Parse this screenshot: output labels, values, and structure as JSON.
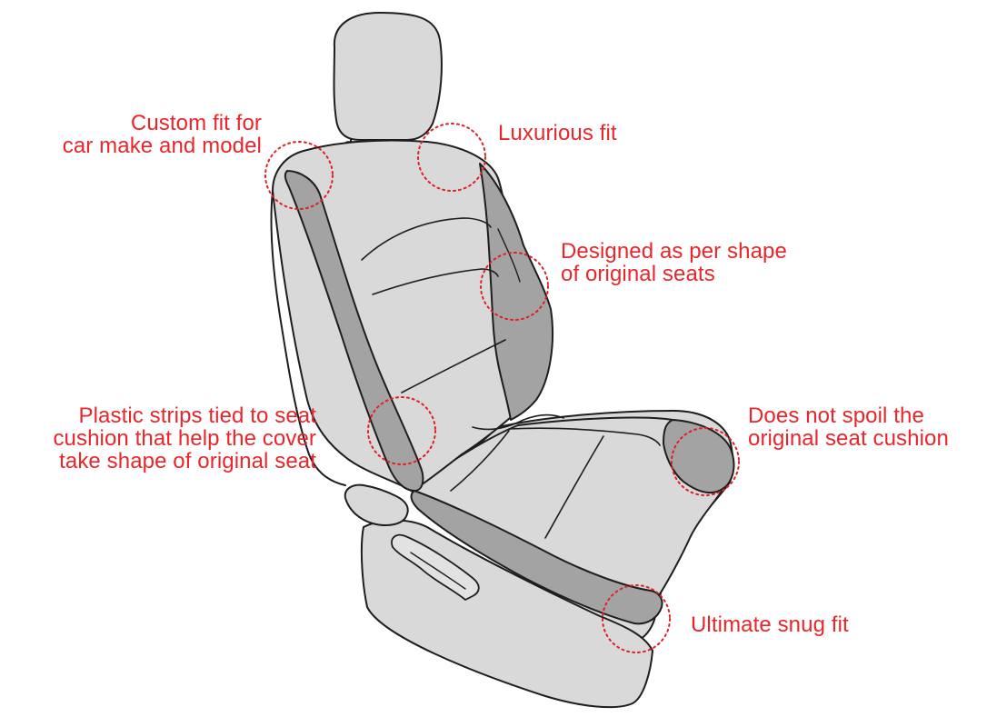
{
  "colors": {
    "callout_text": "#e8262b",
    "callout_ring": "#e01f26",
    "seat_fill": "#d9d9d9",
    "seat_panel": "#a3a3a3",
    "outline": "#1e1e1e",
    "background": "#ffffff"
  },
  "callouts": [
    {
      "id": "custom-fit",
      "lines": [
        "Custom fit for",
        "car make and model"
      ]
    },
    {
      "id": "luxurious-fit",
      "lines": [
        "Luxurious fit"
      ]
    },
    {
      "id": "designed-shape",
      "lines": [
        "Designed as per shape",
        "of original seats"
      ]
    },
    {
      "id": "plastic-strips",
      "lines": [
        "Plastic strips tied to seat",
        "cushion that help the cover",
        "take shape of original seat"
      ]
    },
    {
      "id": "does-not-spoil",
      "lines": [
        "Does not spoil the",
        "original seat cushion"
      ]
    },
    {
      "id": "snug-fit",
      "lines": [
        "Ultimate snug fit"
      ]
    }
  ]
}
